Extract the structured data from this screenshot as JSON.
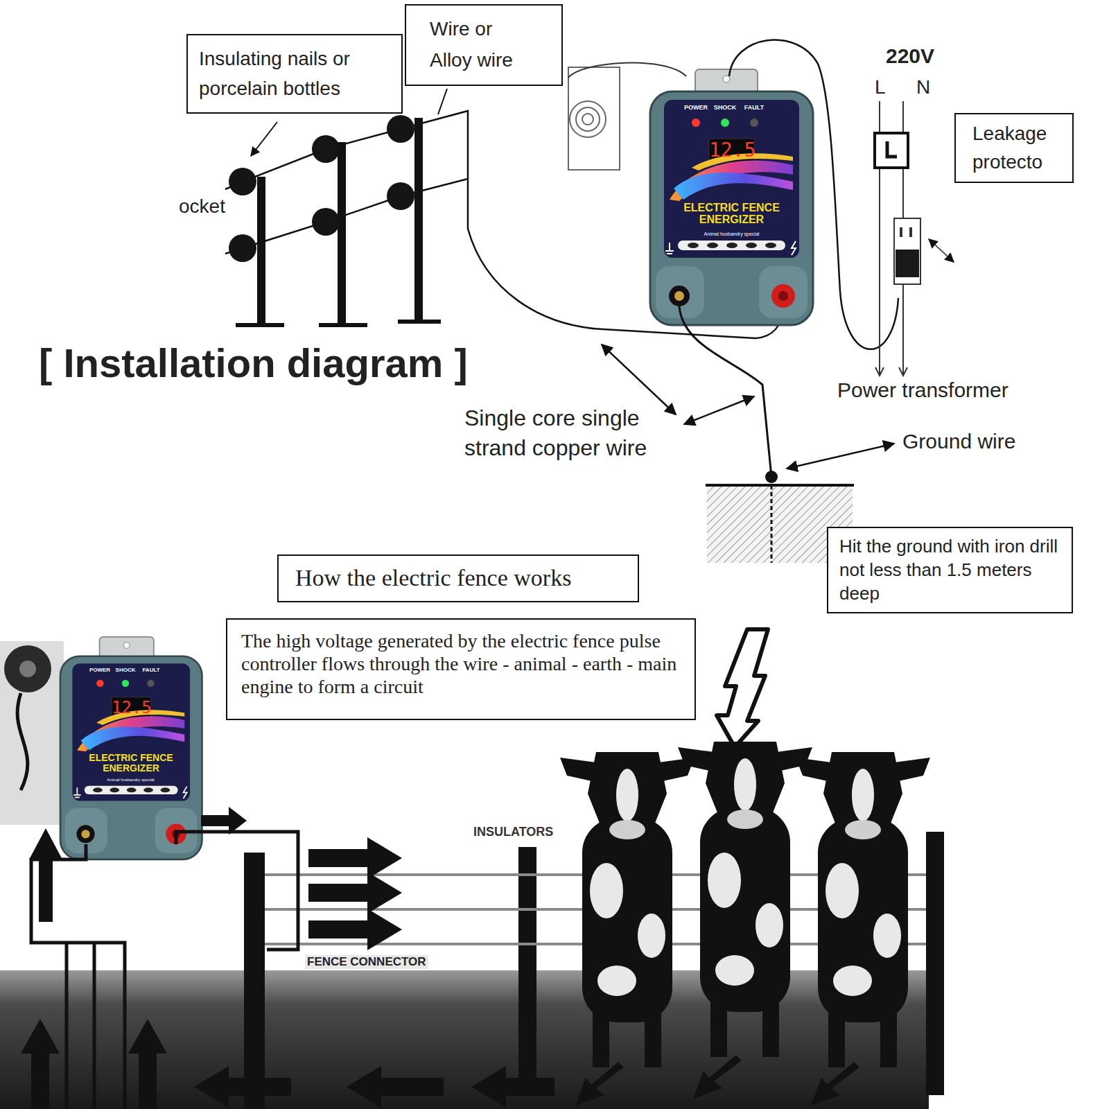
{
  "diagram": {
    "title": "[ Installation diagram ]",
    "nodes": [
      {
        "text": [
          "Insulating nails or porcelain bottles"
        ]
      },
      {
        "text": [
          "Wire or Alloy wire"
        ]
      },
      {
        "text": [
          "Leakage protecto"
        ]
      },
      {
        "text": [
          "Hit the ground with iron drill not less than 1.5 meters deep"
        ]
      },
      {
        "text": [
          "How the electric fence works"
        ]
      },
      {
        "text": [
          "The high voltage generated by the electric fence pulse controller flows through the wire - animal - earth - main engine to form a circuit"
        ]
      }
    ],
    "labels": [
      "ocket",
      "220V",
      "L",
      "N",
      "Single core single strand copper wire",
      "Power transformer",
      "Ground wire",
      "POWER",
      "SHOCK",
      "FAULT",
      "12.5",
      "ELECTRIC FENCE ENERGIZER",
      "Animal husbandry special",
      "POWER",
      "SHOCK",
      "FAULT",
      "12.5",
      "ELECTRIC FENCE ENERGIZER",
      "Animal husbandry special",
      "INSULATORS",
      "FENCE CONNECTOR"
    ]
  }
}
